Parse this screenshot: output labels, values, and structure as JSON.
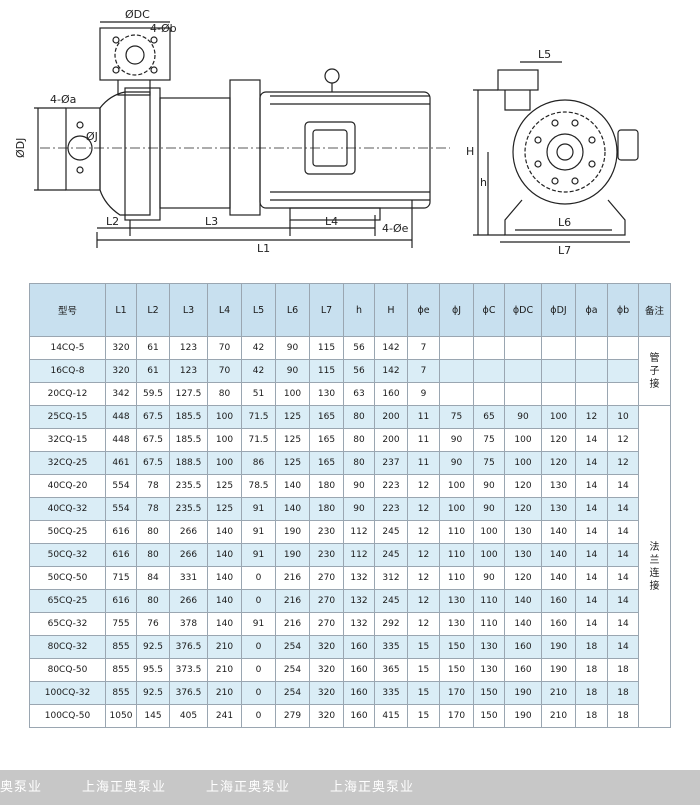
{
  "drawing": {
    "labels": {
      "dc": "ØDC",
      "b": "4-Øb",
      "a": "4-Øa",
      "dj": "ØDJ",
      "j": "ØJ",
      "l1": "L1",
      "l2": "L2",
      "l3": "L3",
      "l4": "L4",
      "e": "4-Øe",
      "l5": "L5",
      "l6": "L6",
      "l7": "L7",
      "h_big": "H",
      "h_small": "h"
    }
  },
  "table": {
    "headers": [
      "型号",
      "L1",
      "L2",
      "L3",
      "L4",
      "L5",
      "L6",
      "L7",
      "h",
      "H",
      "ϕe",
      "ϕJ",
      "ϕC",
      "ϕDC",
      "ϕDJ",
      "ϕa",
      "ϕb",
      "备注"
    ],
    "rows": [
      [
        "14CQ-5",
        "320",
        "61",
        "123",
        "70",
        "42",
        "90",
        "115",
        "56",
        "142",
        "7",
        "",
        "",
        "",
        "",
        "",
        ""
      ],
      [
        "16CQ-8",
        "320",
        "61",
        "123",
        "70",
        "42",
        "90",
        "115",
        "56",
        "142",
        "7",
        "",
        "",
        "",
        "",
        "",
        ""
      ],
      [
        "20CQ-12",
        "342",
        "59.5",
        "127.5",
        "80",
        "51",
        "100",
        "130",
        "63",
        "160",
        "9",
        "",
        "",
        "",
        "",
        "",
        ""
      ],
      [
        "25CQ-15",
        "448",
        "67.5",
        "185.5",
        "100",
        "71.5",
        "125",
        "165",
        "80",
        "200",
        "11",
        "75",
        "65",
        "90",
        "100",
        "12",
        "10"
      ],
      [
        "32CQ-15",
        "448",
        "67.5",
        "185.5",
        "100",
        "71.5",
        "125",
        "165",
        "80",
        "200",
        "11",
        "90",
        "75",
        "100",
        "120",
        "14",
        "12"
      ],
      [
        "32CQ-25",
        "461",
        "67.5",
        "188.5",
        "100",
        "86",
        "125",
        "165",
        "80",
        "237",
        "11",
        "90",
        "75",
        "100",
        "120",
        "14",
        "12"
      ],
      [
        "40CQ-20",
        "554",
        "78",
        "235.5",
        "125",
        "78.5",
        "140",
        "180",
        "90",
        "223",
        "12",
        "100",
        "90",
        "120",
        "130",
        "14",
        "14"
      ],
      [
        "40CQ-32",
        "554",
        "78",
        "235.5",
        "125",
        "91",
        "140",
        "180",
        "90",
        "223",
        "12",
        "100",
        "90",
        "120",
        "130",
        "14",
        "14"
      ],
      [
        "50CQ-25",
        "616",
        "80",
        "266",
        "140",
        "91",
        "190",
        "230",
        "112",
        "245",
        "12",
        "110",
        "100",
        "130",
        "140",
        "14",
        "14"
      ],
      [
        "50CQ-32",
        "616",
        "80",
        "266",
        "140",
        "91",
        "190",
        "230",
        "112",
        "245",
        "12",
        "110",
        "100",
        "130",
        "140",
        "14",
        "14"
      ],
      [
        "50CQ-50",
        "715",
        "84",
        "331",
        "140",
        "0",
        "216",
        "270",
        "132",
        "312",
        "12",
        "110",
        "90",
        "120",
        "140",
        "14",
        "14"
      ],
      [
        "65CQ-25",
        "616",
        "80",
        "266",
        "140",
        "0",
        "216",
        "270",
        "132",
        "245",
        "12",
        "130",
        "110",
        "140",
        "160",
        "14",
        "14"
      ],
      [
        "65CQ-32",
        "755",
        "76",
        "378",
        "140",
        "91",
        "216",
        "270",
        "132",
        "292",
        "12",
        "130",
        "110",
        "140",
        "160",
        "14",
        "14"
      ],
      [
        "80CQ-32",
        "855",
        "92.5",
        "376.5",
        "210",
        "0",
        "254",
        "320",
        "160",
        "335",
        "15",
        "150",
        "130",
        "160",
        "190",
        "18",
        "14"
      ],
      [
        "80CQ-50",
        "855",
        "95.5",
        "373.5",
        "210",
        "0",
        "254",
        "320",
        "160",
        "365",
        "15",
        "150",
        "130",
        "160",
        "190",
        "18",
        "18"
      ],
      [
        "100CQ-32",
        "855",
        "92.5",
        "376.5",
        "210",
        "0",
        "254",
        "320",
        "160",
        "335",
        "15",
        "170",
        "150",
        "190",
        "210",
        "18",
        "18"
      ],
      [
        "100CQ-50",
        "1050",
        "145",
        "405",
        "241",
        "0",
        "279",
        "320",
        "160",
        "415",
        "15",
        "170",
        "150",
        "190",
        "210",
        "18",
        "18"
      ]
    ],
    "notes": [
      {
        "text": "管子接",
        "rowspan": 3
      },
      {
        "text": "法兰连接",
        "rowspan": 14
      }
    ]
  },
  "watermark": {
    "segments": [
      "奥泵业",
      "上海正奥泵业",
      "上海正奥泵业",
      "上海正奥泵业"
    ]
  }
}
